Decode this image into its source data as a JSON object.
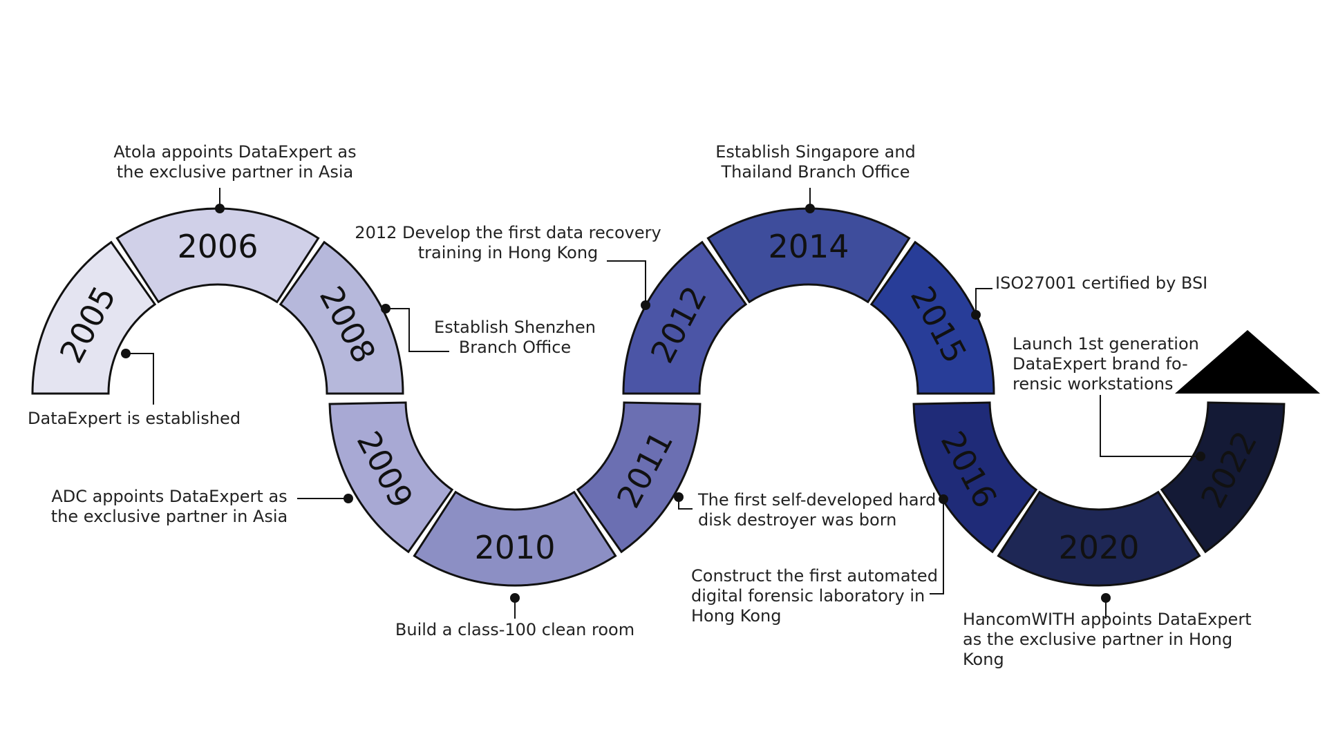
{
  "timeline": {
    "segments": [
      {
        "year": "2005",
        "color": "#e4e4f1"
      },
      {
        "year": "2006",
        "color": "#d0d0e8"
      },
      {
        "year": "2008",
        "color": "#b6b8db"
      },
      {
        "year": "2009",
        "color": "#a8a9d4"
      },
      {
        "year": "2010",
        "color": "#8c8fc4"
      },
      {
        "year": "2011",
        "color": "#6b6fb2"
      },
      {
        "year": "2012",
        "color": "#4b55a6"
      },
      {
        "year": "2014",
        "color": "#3e4d9c"
      },
      {
        "year": "2015",
        "color": "#283d98"
      },
      {
        "year": "2016",
        "color": "#1f2b78"
      },
      {
        "year": "2020",
        "color": "#1e2755"
      },
      {
        "year": "2022",
        "color": "#141a36"
      }
    ],
    "events": [
      {
        "text": [
          "DataExpert is established"
        ]
      },
      {
        "text": [
          "Atola appoints DataExpert as",
          "the exclusive partner in Asia"
        ]
      },
      {
        "text": [
          "Establish  Shenzhen",
          "Branch Office"
        ]
      },
      {
        "text": [
          "ADC appoints DataExpert as",
          "the exclusive partner in Asia"
        ]
      },
      {
        "text": [
          "Build a class-100 clean room"
        ]
      },
      {
        "text": [
          "The first self-developed hard",
          "disk destroyer was born"
        ]
      },
      {
        "text": [
          "2012 Develop the first data recovery",
          "training in Hong Kong"
        ]
      },
      {
        "text": [
          "Establish Singapore and",
          "Thailand Branch Office"
        ]
      },
      {
        "text": [
          "ISO27001 certified by BSI"
        ]
      },
      {
        "text": [
          "Construct the first automated",
          "digital  forensic laboratory in",
          "Hong Kong"
        ]
      },
      {
        "text": [
          "HancomWITH appoints DataExpert",
          "as the exclusive partner in Hong",
          "Kong"
        ]
      },
      {
        "text": [
          "Launch 1st generation",
          "DataExpert brand fo-",
          "rensic workstations"
        ]
      }
    ]
  }
}
